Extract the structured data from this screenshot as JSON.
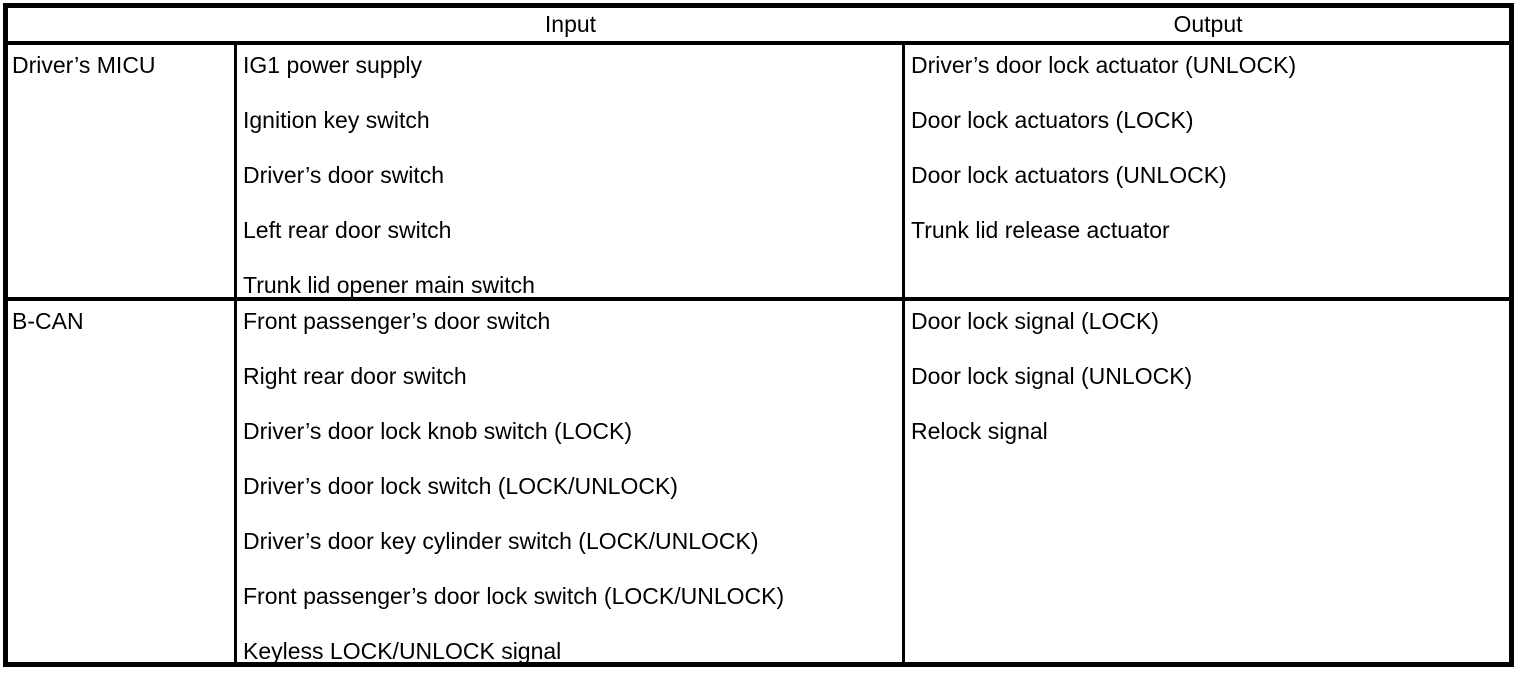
{
  "table": {
    "columns": {
      "source_header": "",
      "input_header": "Input",
      "output_header": "Output"
    },
    "rows": [
      {
        "source": "Driver’s MICU",
        "inputs": [
          "IG1 power supply",
          "Ignition key switch",
          "Driver’s door switch",
          "Left rear door switch",
          "Trunk lid opener main switch"
        ],
        "outputs": [
          "Driver’s door lock actuator (UNLOCK)",
          "Door lock actuators (LOCK)",
          "Door lock actuators (UNLOCK)",
          "Trunk lid release actuator"
        ]
      },
      {
        "source": "B-CAN",
        "inputs": [
          "Front passenger’s door switch",
          "Right rear door switch",
          "Driver’s door lock knob switch (LOCK)",
          "Driver’s door lock switch (LOCK/UNLOCK)",
          "Driver’s door key cylinder switch (LOCK/UNLOCK)",
          "Front passenger’s door lock switch (LOCK/UNLOCK)",
          "Keyless LOCK/UNLOCK signal"
        ],
        "outputs": [
          "Door lock signal (LOCK)",
          "Door lock signal (UNLOCK)",
          "Relock signal"
        ]
      }
    ]
  },
  "colors": {
    "border": "#000000",
    "text": "#000000",
    "background": "#ffffff"
  }
}
